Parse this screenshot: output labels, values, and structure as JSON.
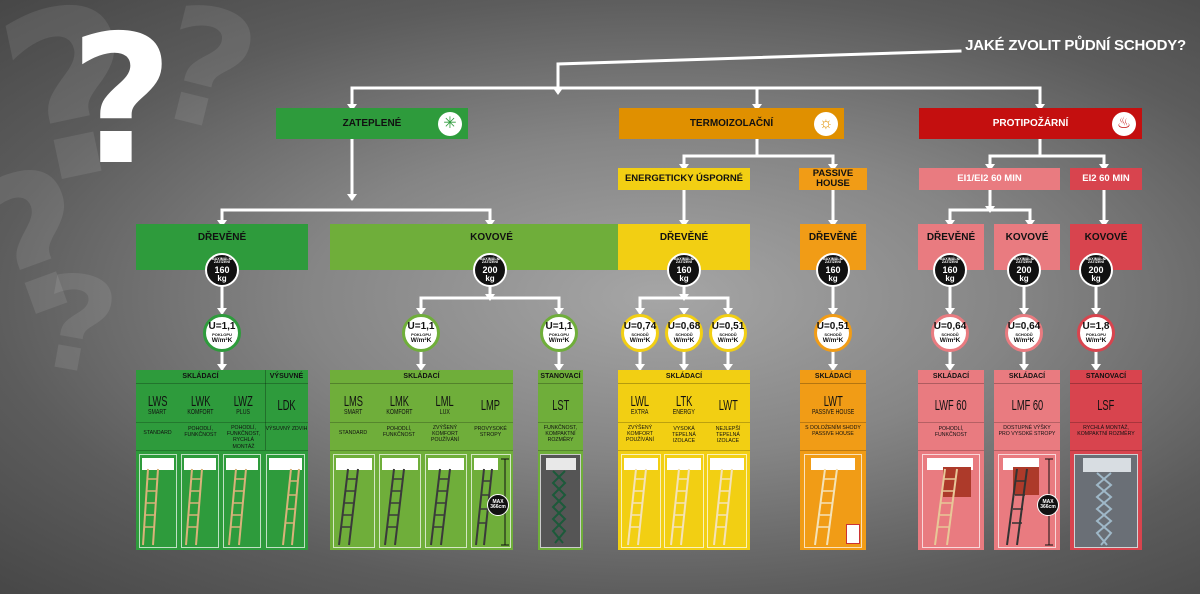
{
  "title": "JAKÉ ZVOLIT PŮDNÍ SCHODY?",
  "question_glyph": "?",
  "categories": [
    {
      "label": "ZATEPLENÉ",
      "icon": "snowflake-icon",
      "glyph": "✳",
      "color": "#2e9b3c"
    },
    {
      "label": "TERMOIZOLAČNÍ",
      "icon": "sun-icon",
      "glyph": "☼",
      "color": "#e09000"
    },
    {
      "label": "PROTIPOŽÁRNÍ",
      "icon": "fire-icon",
      "glyph": "♨",
      "color": "#c40f0f"
    }
  ],
  "subcategories": {
    "energeticky": "ENERGETICKY ÚSPORNÉ",
    "passive": "PASSIVE HOUSE",
    "ei60a": "EI1/EI2 60 MIN",
    "ei60b": "EI2 60 MIN"
  },
  "material": {
    "wood": "DŘEVĚNÉ",
    "metal": "KOVOVÉ"
  },
  "load_label": "MAXIMÁLNÍ ZATÍŽENÍ",
  "loads": {
    "w160": "160",
    "w200": "200",
    "unit": "kg"
  },
  "u_values": [
    {
      "value": "U=1,1",
      "sub": "POKLOPU",
      "unit": "W/m²K"
    },
    {
      "value": "U=1,1",
      "sub": "POKLOPU",
      "unit": "W/m²K"
    },
    {
      "value": "U=1,1",
      "sub": "POKLOPU",
      "unit": "W/m²K"
    },
    {
      "value": "U=0,74",
      "sub": "SCHODŮ",
      "unit": "W/m²K"
    },
    {
      "value": "U=0,68",
      "sub": "SCHODŮ",
      "unit": "W/m²K"
    },
    {
      "value": "U=0,51",
      "sub": "SCHODŮ",
      "unit": "W/m²K"
    },
    {
      "value": "U=0,51",
      "sub": "SCHODŮ",
      "unit": "W/m²K"
    },
    {
      "value": "U=0,64",
      "sub": "SCHODŮ",
      "unit": "W/m²K"
    },
    {
      "value": "U=0,64",
      "sub": "SCHODŮ",
      "unit": "W/m²K"
    },
    {
      "value": "U=1,8",
      "sub": "POKLOPU",
      "unit": "W/m²K"
    }
  ],
  "types": {
    "skladaci": "SKLÁDACÍ",
    "vysuvne": "VÝSUVNÉ",
    "stanovaci": "STANOVACÍ"
  },
  "models": {
    "lws": {
      "name": "LWS",
      "variant": "SMART",
      "desc": "STANDARD"
    },
    "lwk": {
      "name": "LWK",
      "variant": "KOMFORT",
      "desc": "POHODLÍ, FUNKČNOST"
    },
    "lwz": {
      "name": "LWZ",
      "variant": "PLUS",
      "desc": "POHODLÍ, FUNKČNOST, RYCHLÁ MONTÁŽ"
    },
    "ldk": {
      "name": "LDK",
      "variant": "",
      "desc": "VÝSUVNÝ ZDVIH"
    },
    "lms": {
      "name": "LMS",
      "variant": "SMART",
      "desc": "STANDARD"
    },
    "lmk": {
      "name": "LMK",
      "variant": "KOMFORT",
      "desc": "POHODLÍ, FUNKČNOST"
    },
    "lml": {
      "name": "LML",
      "variant": "LUX",
      "desc": "ZVÝŠENÝ KOMFORT POUŽÍVÁNÍ"
    },
    "lmp": {
      "name": "LMP",
      "variant": "",
      "desc": "PROVYSOKÉ STROPY"
    },
    "lst": {
      "name": "LST",
      "variant": "",
      "desc": "FUNKČNOST, KOMPAKTNÍ ROZMĚRY"
    },
    "lwl": {
      "name": "LWL",
      "variant": "EXTRA",
      "desc": "ZVÝŠENÝ KOMFORT POUŽÍVÁNÍ"
    },
    "ltk": {
      "name": "LTK",
      "variant": "ENERGY",
      "desc": "VYSOKÁ TEPELNÁ IZOLACE"
    },
    "lwt": {
      "name": "LWT",
      "variant": "",
      "desc": "NEJLEPŠÍ TEPELNÁ IZOLACE"
    },
    "lwtp": {
      "name": "LWT",
      "variant": "PASSIVE HOUSE",
      "desc": "S DOLOŽENÍM SHODY PASSIVE HOUSE"
    },
    "lwf": {
      "name": "LWF 60",
      "variant": "",
      "desc": "POHODLÍ, FUNKČNOST"
    },
    "lmf": {
      "name": "LMF 60",
      "variant": "",
      "desc": "DOSTUPNÉ VÝŠKY PRO VYSOKÉ STROPY"
    },
    "lsf": {
      "name": "LSF",
      "variant": "",
      "desc": "RYCHLÁ MONTÁŽ, KOMPAKTNÍ ROZMĚRY"
    }
  },
  "max_badge": {
    "top": "MAX",
    "bottom": "366cm"
  },
  "colors": {
    "green_dark": "#2e9b3c",
    "green_light": "#6fae3a",
    "orange": "#e09000",
    "yellow": "#f2cf13",
    "orange_wood": "#f19c16",
    "red": "#c40f0f",
    "pink": "#e97b80",
    "red_med": "#d8444e"
  }
}
